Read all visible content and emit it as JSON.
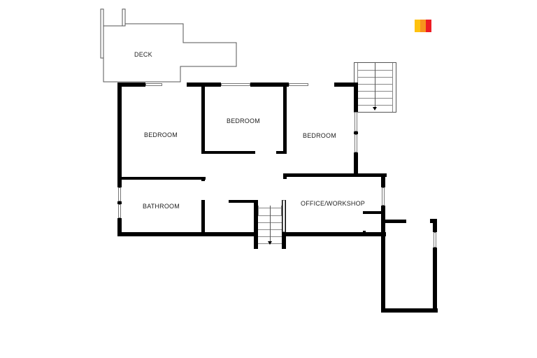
{
  "logo": {
    "colors": [
      "#FFC20E",
      "#F7941D",
      "#ED1C24"
    ]
  },
  "rooms": [
    {
      "id": "deck",
      "label": "DECK"
    },
    {
      "id": "bedroom-1",
      "label": "BEDROOM"
    },
    {
      "id": "bedroom-2",
      "label": "BEDROOM"
    },
    {
      "id": "bedroom-3",
      "label": "BEDROOM"
    },
    {
      "id": "bathroom",
      "label": "BATHROOM"
    },
    {
      "id": "office",
      "label": "OFFICE/WORKSHOP"
    }
  ],
  "stairs": [
    {
      "id": "exterior-stairs",
      "direction": "down"
    },
    {
      "id": "interior-stairs",
      "direction": "down"
    }
  ],
  "colors": {
    "wall": "#000000",
    "background": "#FFFFFF",
    "outline": "#555555"
  }
}
